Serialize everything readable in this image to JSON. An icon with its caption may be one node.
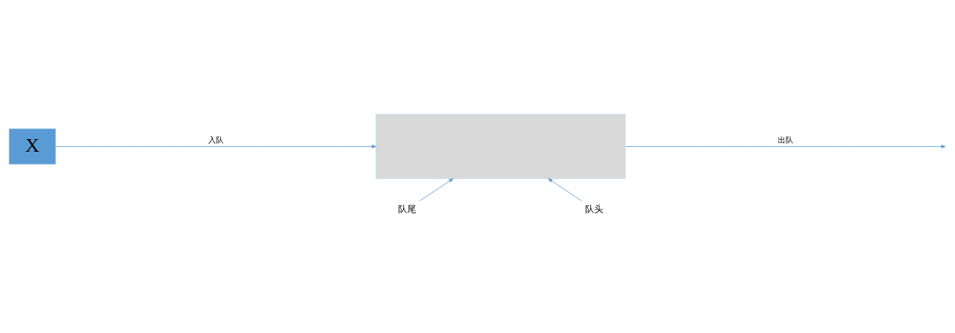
{
  "diagram": {
    "nodes": [
      {
        "text": [
          "X"
        ]
      },
      {
        "text": [],
        "shape": "box"
      },
      {
        "text": [
          "队尾"
        ]
      },
      {
        "text": [
          "队头"
        ]
      }
    ],
    "edges": [
      {
        "from": 0,
        "to": 1,
        "arrow": "to",
        "label": "入队"
      },
      {
        "from": 1,
        "to": null,
        "arrow": "to",
        "label": "出队"
      },
      {
        "from": 2,
        "to": 1,
        "arrow": "to"
      },
      {
        "from": 3,
        "to": 1,
        "arrow": "to"
      }
    ]
  }
}
